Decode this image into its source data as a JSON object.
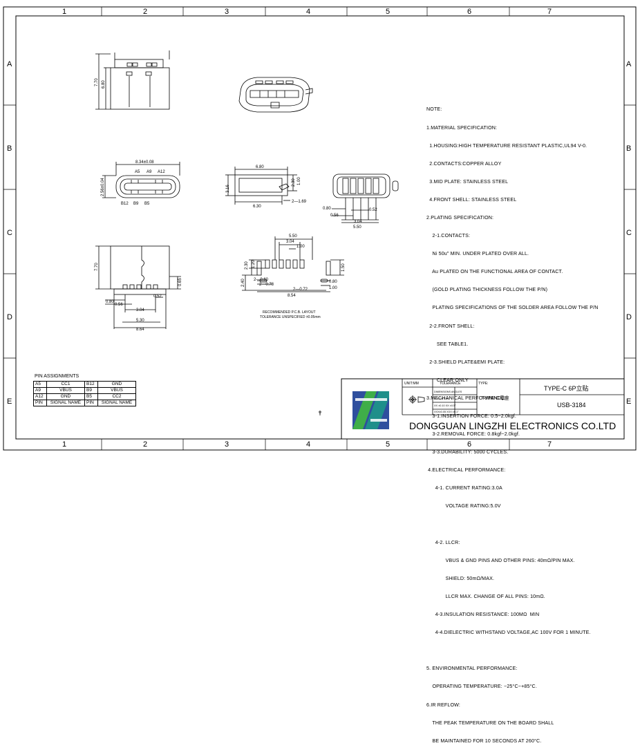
{
  "border": {
    "cols": [
      "1",
      "2",
      "3",
      "4",
      "5",
      "6",
      "7"
    ],
    "rows": [
      "A",
      "B",
      "C",
      "D",
      "E"
    ]
  },
  "dims": {
    "top_h1": "7.70",
    "top_h2": "6.80",
    "front_w": "8.34±0.08",
    "front_top": [
      "A5",
      "A9",
      "A12"
    ],
    "front_bottom": [
      "B12",
      "B9",
      "B5"
    ],
    "front_h": "2.56±0.04",
    "side_w1": "6.80",
    "side_w2": "6.30",
    "side_h": "3.16",
    "side_b": "2—1.69",
    "side_r1": "2.30",
    "side_r2": "1.00",
    "end_a": "0.80",
    "end_b": "0.56",
    "end_c": "3.04",
    "end_d": "5.50",
    "end_e": "0.52",
    "bot_h": "7.70",
    "bot_r": "0.65",
    "bot_a": "0.80",
    "bot_b": "0.56",
    "bot_c": "3.04",
    "bot_d": "5.30",
    "bot_e": "8.64",
    "bot_f": "0.52",
    "pcb_top1": "5.50",
    "pcb_top2": "3.04",
    "pcb_top3": "1.00",
    "pcb_l1": "2.30",
    "pcb_l2": "1.20",
    "pcb_l3": "2.40",
    "pcb_r1": "1.50",
    "pcb_r2": "0.80",
    "pcb_r3": "1.00",
    "pcb_b1": "2—0.60",
    "pcb_b2": "2—0.78",
    "pcb_b3": "2—0.72",
    "pcb_b4": "8.54",
    "pcb_caption1": "RECOMMENDED  P.C.B. LAYOUT",
    "pcb_caption2": "TOLERANCE UNSPECIFIED ±0.05mm"
  },
  "notes": [
    "NOTE:",
    "1.MATERIAL SPECIFICATION:",
    "  1.HOUSING:HIGH TEMPERATURE RESISTANT PLASTIC,UL94 V-0.",
    "  2.CONTACTS:COPPER ALLOY",
    "  3.MID PLATE: STAINLESS STEEL",
    "  4.FRONT SHELL: STAINLESS STEEL",
    "2.PLATING SPECIFICATION:",
    "    2-1.CONTACTS:",
    "    Ni 50u\" MIN. UNDER PLATED OVER ALL.",
    "    Au PLATED ON THE FUNCTIONAL AREA OF CONTACT.",
    "    (GOLD PLATING THICKNESS FOLLOW THE P/N)",
    "    PLATING SPECIFICATIONS OF THE SOLDER AREA FOLLOW THE P/N",
    "  2-2.FRONT SHELL:",
    "       SEE TABLE1.",
    "  2-3.SHIELD PLATE&EMI PLATE:",
    "       CLEAR ONLY",
    "3.MECHANICAL PERFORMANCE:",
    "    3-1.INSERTION FORCE: 0.5~2.0kgf.",
    "    3-2.REMOVAL FORCE: 0.8kgf~2.0kgf.",
    "    3-3.DURABILITY: 5000 CYCLES.",
    " 4.ELECTRICAL PERFORMANCE:",
    "      4-1. CURRENT RATING:3.0A",
    "             VOLTAGE RATING:5.0V",
    "",
    "      4-2. LLCR:",
    "             VBUS & GND PINS AND OTHER PINS: 40mΩ/PIN MAX.",
    "             SHIELD: 50mΩ/MAX.",
    "             LLCR MAX. CHANGE OF ALL PINS: 10mΩ.",
    "      4-3.INSULATION RESISTANCE: 100MΩ  MIN",
    "      4-4.DIELECTRIC WITHSTAND VOLTAGE,AC 100V FOR 1 MINUTE.",
    "",
    "5. ENVIRONMENTAL PERFORMANCE:",
    "    OPERATING TEMPERATURE: −25°C~+85°C.",
    "6.IR REFLOW:",
    "    THE PEAK TEMPERATURE ON THE BOARD SHALL",
    "    BE MAINTAINED FOR 10 SECONDS AT 260°C."
  ],
  "pins": {
    "title": "PIN ASSIGNMENTS",
    "rows": [
      [
        "A5",
        "CC1",
        "B12",
        "GND"
      ],
      [
        "A9",
        "VBUS",
        "B9",
        "VBUS"
      ],
      [
        "A12",
        "GND",
        "B5",
        "CC2"
      ],
      [
        "PIN",
        "SIGNAL NAME",
        "PIN",
        "SIGNAL NAME"
      ]
    ]
  },
  "title_block": {
    "unit": "UNIT:MM",
    "tolerance": "TOLERANCE",
    "tol_rows": [
      "DIMENSIONS   ANGLES",
      "X  ±0.20   X  ±1°",
      "XX ±0.10   XX ±0.5°",
      "XXX±0.05   XXX ±0.1°"
    ],
    "type_label": "TYPE:",
    "type_value": "TYPE-C母座",
    "title": "TYPE-C 6P立贴",
    "part_no": "USB-3184",
    "company": "DONGGUAN LINGZHI ELECTRONICS CO.LTD"
  },
  "colors": {
    "logo_blue": "#2f4f9e",
    "logo_green": "#3fae49",
    "logo_teal": "#1f8f8a"
  }
}
